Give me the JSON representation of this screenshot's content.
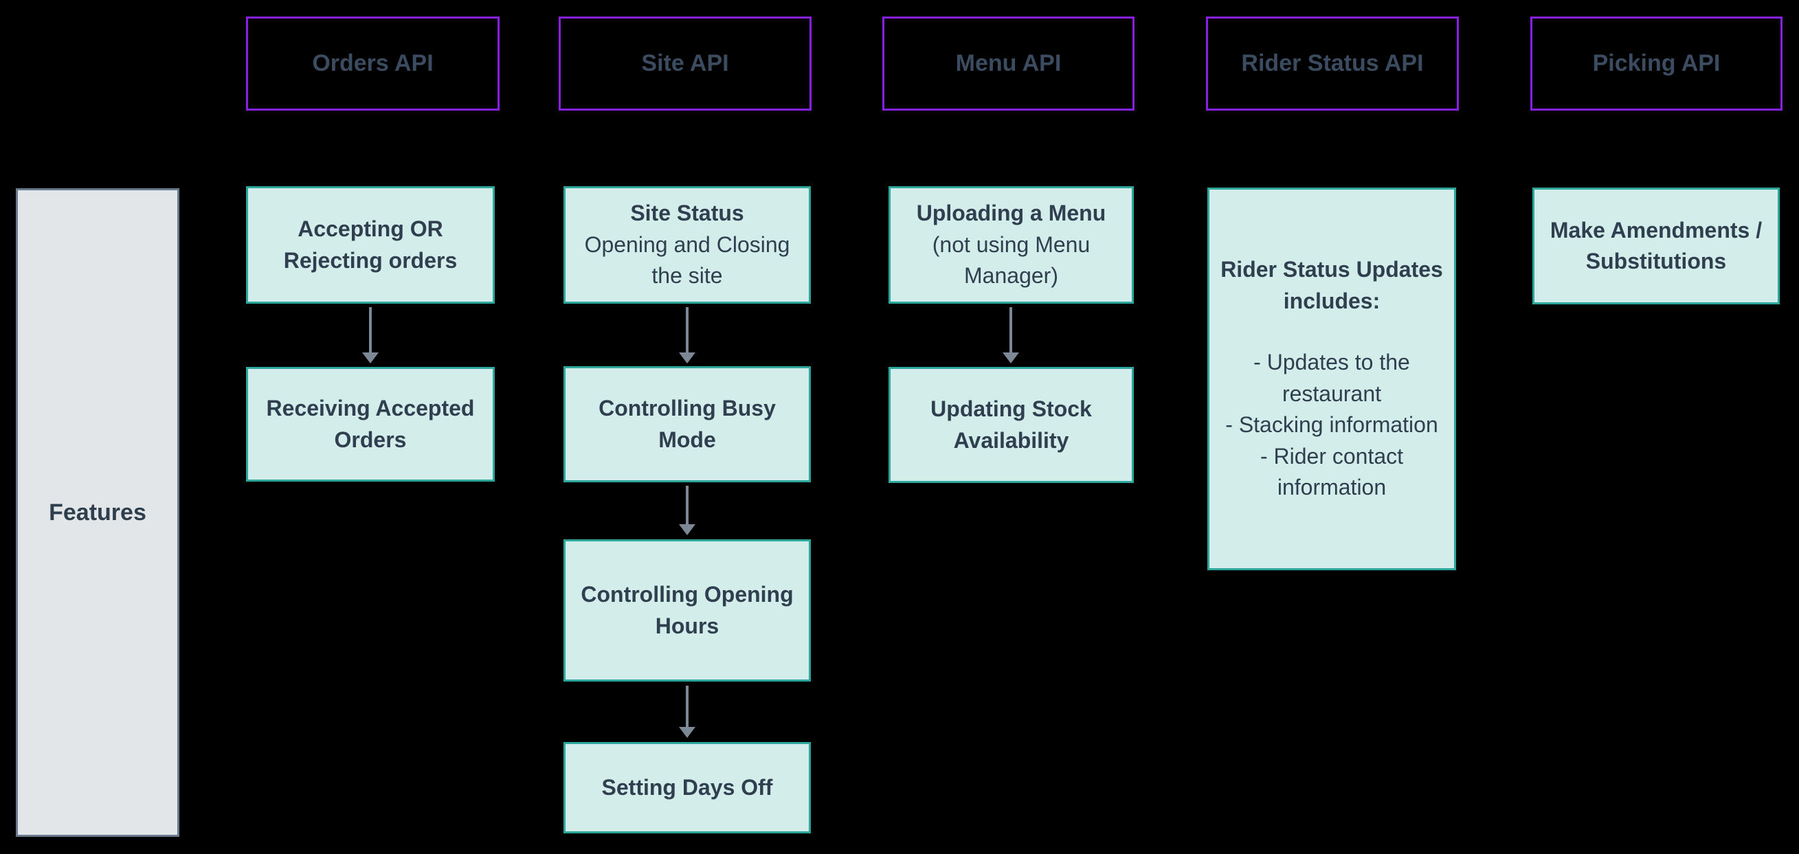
{
  "diagram": {
    "background_color": "#000000",
    "colors": {
      "header_border": "#8621e3",
      "header_text": "#3b4b60",
      "card_fill": "#d3edea",
      "card_border": "#2ba89b",
      "card_text": "#2f3f4f",
      "features_fill": "#e3e6e9",
      "features_border": "#6a7b8f",
      "arrow": "#7d8896"
    },
    "features": {
      "label": "Features"
    },
    "api_headers": [
      {
        "label": "Orders API"
      },
      {
        "label": "Site API"
      },
      {
        "label": "Menu API"
      },
      {
        "label": "Rider Status API"
      },
      {
        "label": "Picking API"
      }
    ],
    "orders_api": {
      "cards": [
        {
          "title": "Accepting OR Rejecting orders"
        },
        {
          "title": "Receiving Accepted Orders"
        }
      ]
    },
    "site_api": {
      "cards": [
        {
          "title": "Site Status",
          "subtitle": "Opening and Closing the site"
        },
        {
          "title": "Controlling Busy Mode"
        },
        {
          "title": "Controlling Opening Hours"
        },
        {
          "title": "Setting Days Off"
        }
      ]
    },
    "menu_api": {
      "cards": [
        {
          "title": "Uploading a Menu",
          "subtitle": "(not using Menu Manager)"
        },
        {
          "title": "Updating Stock Availability"
        }
      ]
    },
    "rider_status_api": {
      "card": {
        "title": "Rider Status Updates includes:",
        "bullets": [
          "- Updates to the restaurant",
          "- Stacking information",
          "- Rider contact information"
        ]
      }
    },
    "picking_api": {
      "card": {
        "title": "Make Amendments / Substitutions"
      }
    }
  }
}
